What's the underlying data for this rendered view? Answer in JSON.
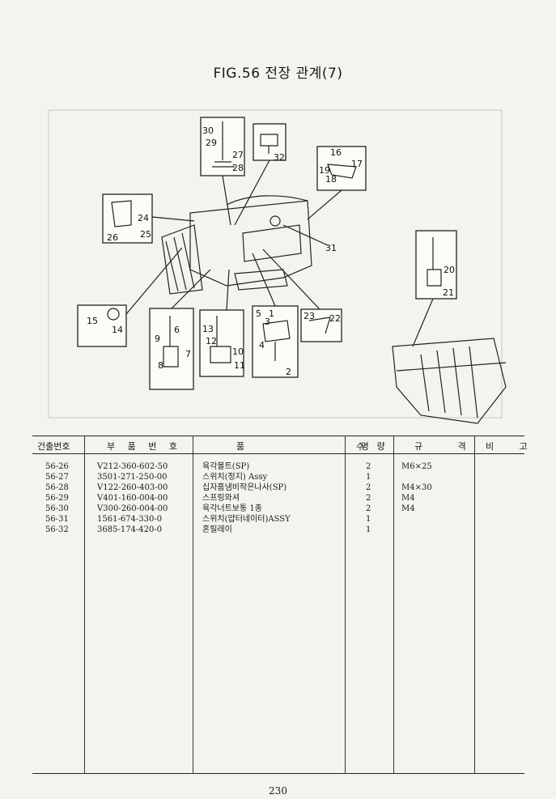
{
  "page": {
    "title": "FIG.56 전장 관계(7)",
    "page_number": "230"
  },
  "diagram": {
    "callouts": [
      "30",
      "29",
      "27",
      "28",
      "32",
      "16",
      "19",
      "17",
      "18",
      "24",
      "26",
      "25",
      "31",
      "20",
      "21",
      "15",
      "14",
      "9",
      "6",
      "8",
      "7",
      "13",
      "12",
      "10",
      "11",
      "5",
      "1",
      "3",
      "4",
      "2",
      "23",
      "22"
    ]
  },
  "table": {
    "headers": {
      "no": "건출번호",
      "part_no": "부 품 번 호",
      "name": "품 명",
      "qty": "수 량",
      "spec": "규 격",
      "remark": "비 고"
    },
    "rows": [
      {
        "no": "56-26",
        "part_no": "V212-360-602-50",
        "name": "육각볼트(SP)",
        "qty": "2",
        "spec": "M6×25",
        "remark": ""
      },
      {
        "no": "56-27",
        "part_no": "3501-271-250-00",
        "name": "스위치(정지) Assy",
        "qty": "1",
        "spec": "",
        "remark": ""
      },
      {
        "no": "56-28",
        "part_no": "V122-260-403-00",
        "name": "십자홈냄비작은나사(SP)",
        "qty": "2",
        "spec": "M4×30",
        "remark": ""
      },
      {
        "no": "56-29",
        "part_no": "V401-160-004-00",
        "name": "스프링와셔",
        "qty": "2",
        "spec": "M4",
        "remark": ""
      },
      {
        "no": "56-30",
        "part_no": "V300-260-004-00",
        "name": "육각너트보통 1종",
        "qty": "2",
        "spec": "M4",
        "remark": ""
      },
      {
        "no": "56-31",
        "part_no": "1561-674-330-0",
        "name": "스위치(얍터네이터)ASSY",
        "qty": "1",
        "spec": "",
        "remark": ""
      },
      {
        "no": "56-32",
        "part_no": "3685-174-420-0",
        "name": "혼릴레이",
        "qty": "1",
        "spec": "",
        "remark": ""
      }
    ]
  }
}
